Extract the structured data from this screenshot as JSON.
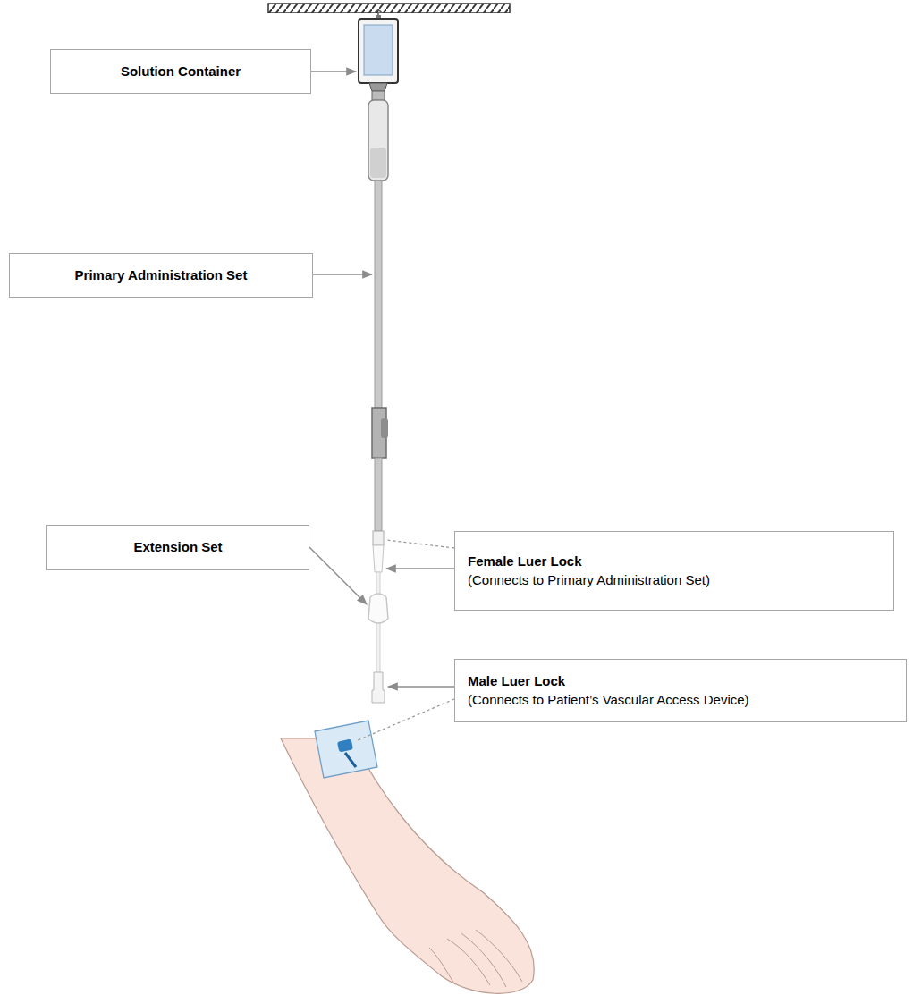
{
  "diagram": {
    "nodes": [
      {
        "text": [
          "Solution Container"
        ]
      },
      {
        "text": [
          "Primary Administration Set"
        ]
      },
      {
        "text": [
          "Female Luer Lock",
          "(Connects to Primary Administration Set)"
        ]
      },
      {
        "text": [
          "Extension Set"
        ]
      },
      {
        "text": [
          "Male Luer Lock",
          "(Connects to Patient’s Vascular Access Device)"
        ]
      }
    ]
  }
}
